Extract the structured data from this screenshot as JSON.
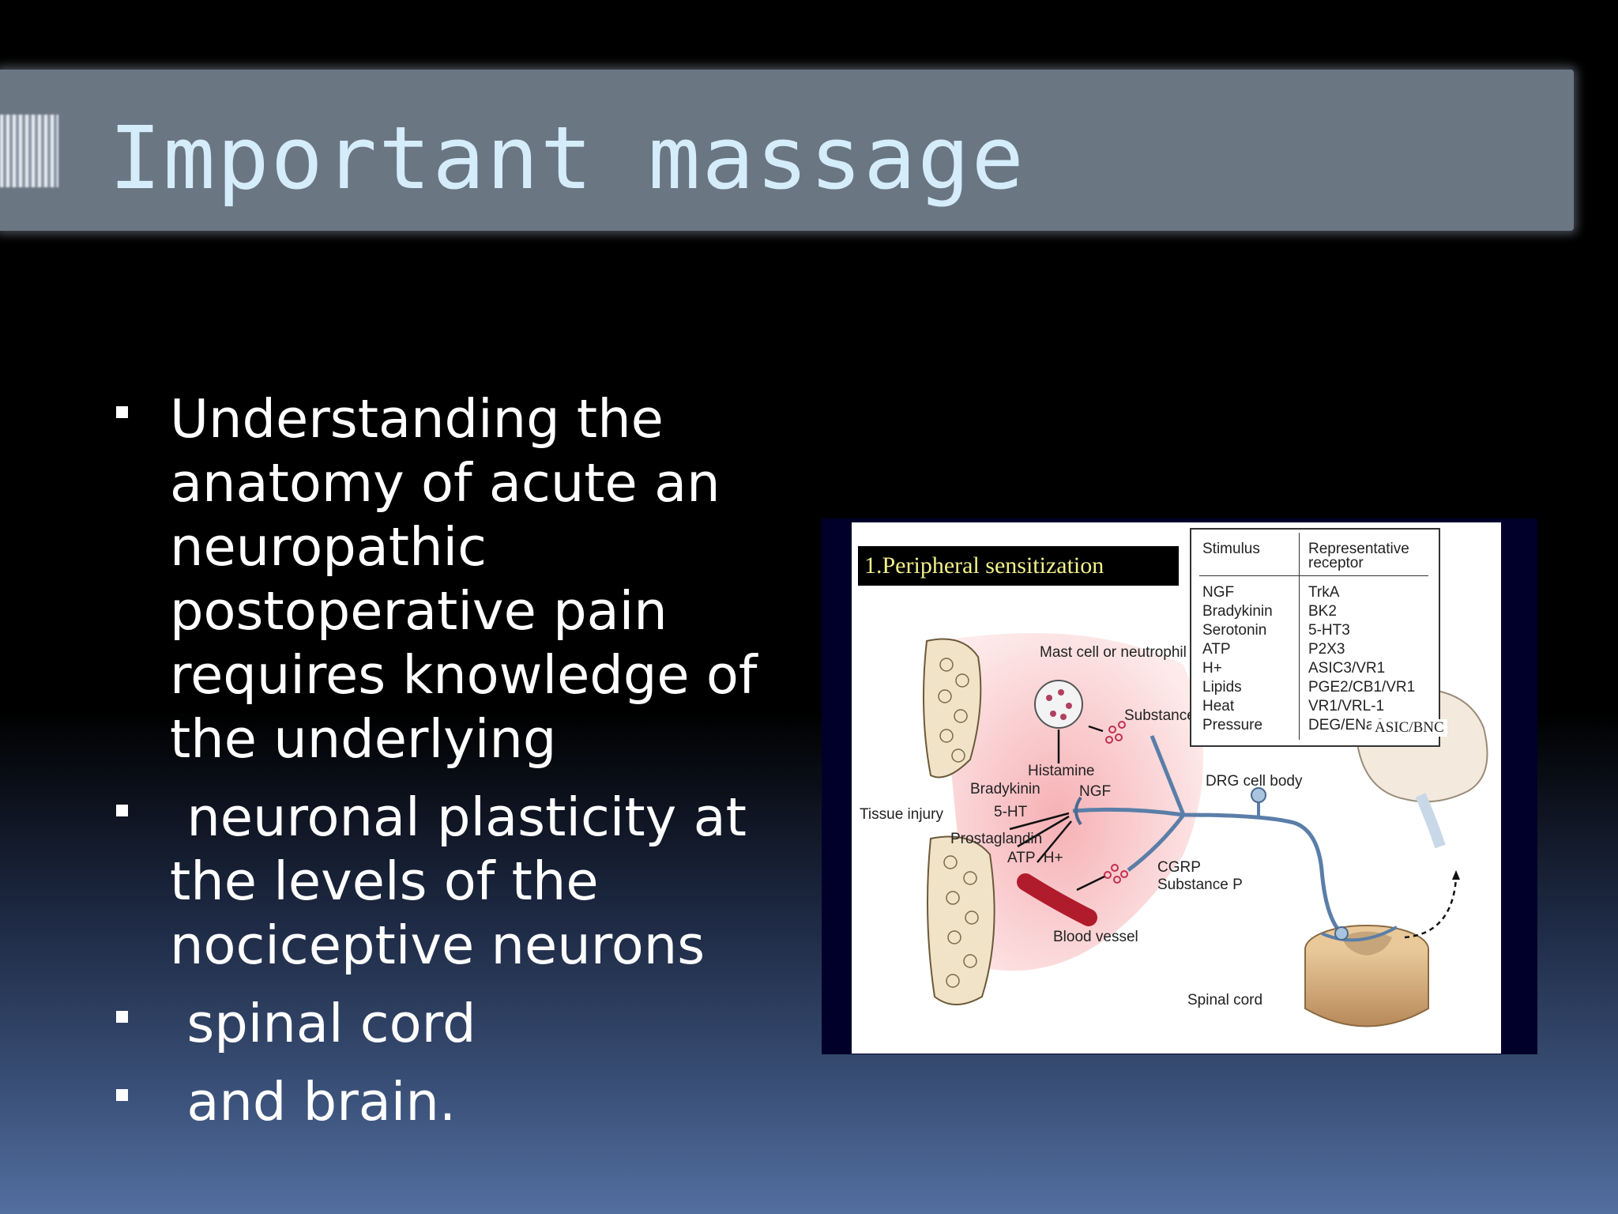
{
  "slide": {
    "title": "Important massage",
    "bullets": [
      "Understanding the anatomy of acute an neuropathic postoperative pain requires knowledge of the underlying",
      " neuronal plasticity at the levels of the nociceptive neurons",
      " spinal cord",
      " and brain."
    ]
  },
  "figure": {
    "header": "1.Peripheral sensitization",
    "table": {
      "col1_header": "Stimulus",
      "col2_header": "Representative receptor",
      "rows": [
        [
          "NGF",
          "TrkA"
        ],
        [
          "Bradykinin",
          "BK2"
        ],
        [
          "Serotonin",
          "5-HT3"
        ],
        [
          "ATP",
          "P2X3"
        ],
        [
          "H+",
          "ASIC3/VR1"
        ],
        [
          "Lipids",
          "PGE2/CB1/VR1"
        ],
        [
          "Heat",
          "VR1/VRL-1"
        ],
        [
          "Pressure",
          "DEG/ENaC"
        ]
      ],
      "overlay_label": "ASIC/BNC"
    },
    "labels": {
      "mast_cell": "Mast cell or neutrophil",
      "substance_p_top": "Substance P",
      "histamine": "Histamine",
      "bradykinin": "Bradykinin",
      "ngf": "NGF",
      "five_ht": "5-HT",
      "tissue_injury": "Tissue injury",
      "prostaglandin": "Prostaglandin",
      "atp_h": "ATP  H+",
      "cgrp": "CGRP",
      "substance_p_bottom": "Substance P",
      "blood_vessel": "Blood vessel",
      "drg": "DRG cell body",
      "spinal_cord": "Spinal cord"
    }
  },
  "colors": {
    "title_text": "#d5ecfb",
    "title_bar": "#6b7683",
    "body_text": "#ffffff",
    "figure_frame": "#00002a",
    "figure_header_text": "#f2f08a"
  }
}
